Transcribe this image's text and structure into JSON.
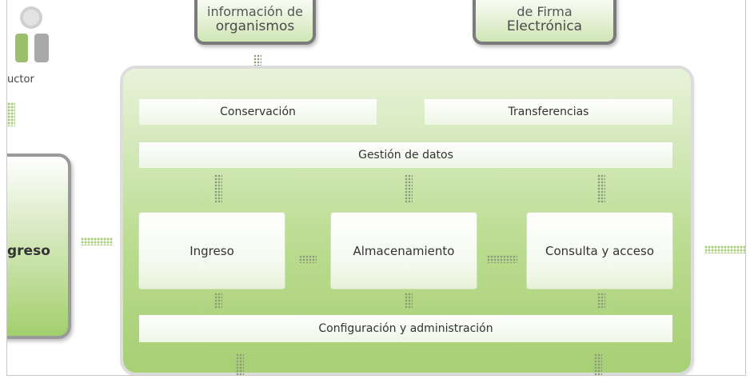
{
  "top_boxes": {
    "organismos": {
      "line1": "información de",
      "line2": "organismos"
    },
    "firma": {
      "line1": "de Firma",
      "line2": "Electrónica"
    }
  },
  "user": {
    "icon": "user-icon",
    "label": "uctor"
  },
  "left_panel": {
    "label": "greso"
  },
  "main": {
    "conservacion": "Conservación",
    "transferencias": "Transferencias",
    "gestion": "Gestión de datos",
    "ingreso": "Ingreso",
    "almacenamiento": "Almacenamiento",
    "consulta": "Consulta y acceso",
    "configuracion": "Configuración y administración"
  },
  "colors": {
    "green_light": "#e8f3da",
    "green_mid": "#b9db8e",
    "green_dark": "#a7cf74",
    "border_gray": "#7b7b7b"
  }
}
